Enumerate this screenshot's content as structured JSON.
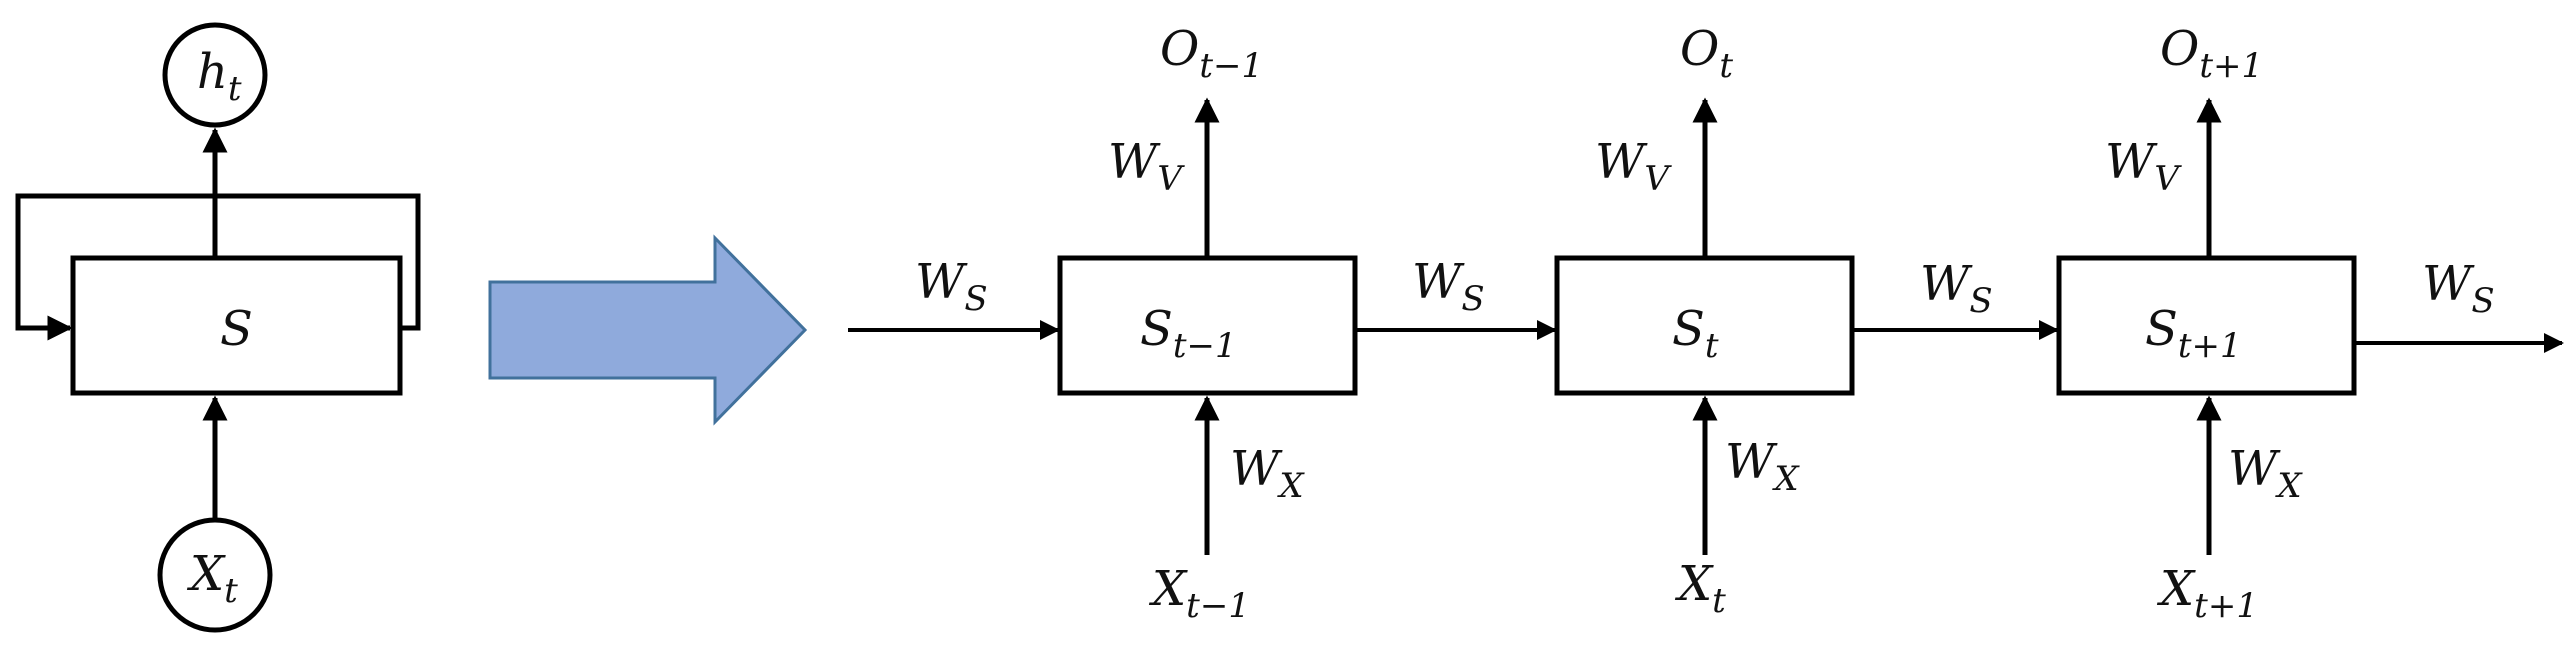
{
  "folded": {
    "hidden": {
      "base": "h",
      "sub": "t"
    },
    "state": {
      "base": "S",
      "sub": ""
    },
    "input": {
      "base": "X",
      "sub": "t"
    }
  },
  "transform_arrow": {
    "color": "#8faadc",
    "stroke": "#41719c"
  },
  "unrolled": {
    "recurrent_weight": {
      "base": "W",
      "sub": "S"
    },
    "output_weight": {
      "base": "W",
      "sub": "V"
    },
    "input_weight": {
      "base": "W",
      "sub": "X"
    },
    "steps": [
      {
        "state": {
          "base": "S",
          "sub": "t−1"
        },
        "output": {
          "base": "O",
          "sub": "t−1"
        },
        "input": {
          "base": "X",
          "sub": "t−1"
        }
      },
      {
        "state": {
          "base": "S",
          "sub": "t"
        },
        "output": {
          "base": "O",
          "sub": "t"
        },
        "input": {
          "base": "X",
          "sub": "t"
        }
      },
      {
        "state": {
          "base": "S",
          "sub": "t+1"
        },
        "output": {
          "base": "O",
          "sub": "t+1"
        },
        "input": {
          "base": "X",
          "sub": "t+1"
        }
      }
    ]
  }
}
